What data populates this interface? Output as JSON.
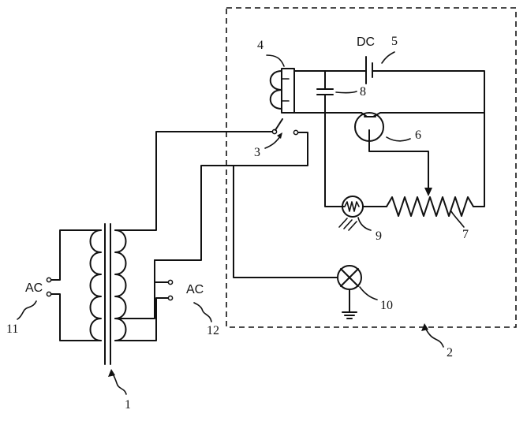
{
  "labels": {
    "transformer": "1",
    "control_unit": "2",
    "switch": "3",
    "relay": "4",
    "dc_source_num": "5",
    "transistor": "6",
    "potentiometer": "7",
    "capacitor": "8",
    "photoresistor": "9",
    "lamp": "10",
    "ac_in_num": "11",
    "ac_out_num": "12",
    "dc_text": "DC",
    "ac_left_text": "AC",
    "ac_right_text": "AC"
  }
}
